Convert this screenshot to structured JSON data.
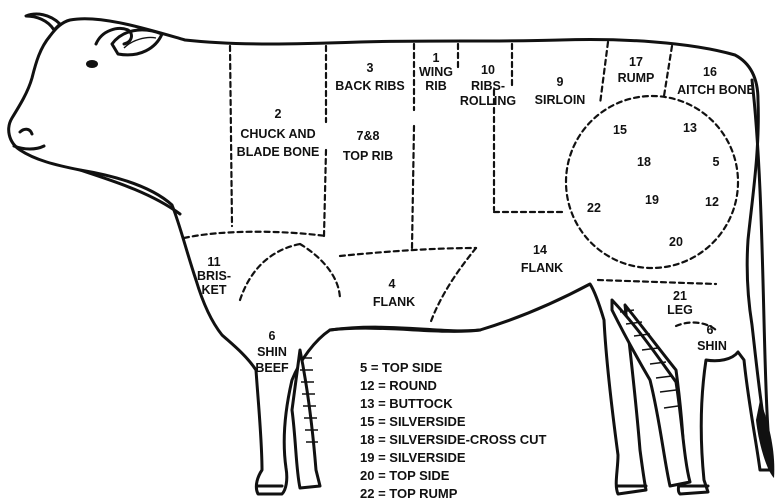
{
  "cuts": {
    "c1": {
      "n": "1",
      "l1": "WING",
      "l2": "RIB"
    },
    "c2": {
      "n": "2",
      "l1": "CHUCK AND",
      "l2": "BLADE BONE"
    },
    "c3": {
      "n": "3",
      "l1": "BACK RIBS"
    },
    "c78": {
      "n": "7&8",
      "l1": "TOP RIB"
    },
    "c9": {
      "n": "9",
      "l1": "SIRLOIN"
    },
    "c10": {
      "n": "10",
      "l1": "RIBS-",
      "l2": "ROLLING"
    },
    "c11": {
      "n": "11",
      "l1": "BRIS-",
      "l2": "KET"
    },
    "c4": {
      "n": "4",
      "l1": "FLANK"
    },
    "c14": {
      "n": "14",
      "l1": "FLANK"
    },
    "c16": {
      "n": "16",
      "l1": "AITCH BONE"
    },
    "c17": {
      "n": "17",
      "l1": "RUMP"
    },
    "c21": {
      "n": "21",
      "l1": "LEG"
    },
    "c6a": {
      "n": "6",
      "l1": "SHIN",
      "l2": "BEEF"
    },
    "c6b": {
      "n": "6",
      "l1": "SHIN"
    }
  },
  "round_numbers": {
    "n15": "15",
    "n13": "13",
    "n18": "18",
    "n5": "5",
    "n22": "22",
    "n19": "19",
    "n12": "12",
    "n20": "20"
  },
  "legend": [
    "5  = TOP SIDE",
    "12 = ROUND",
    "13 = BUTTOCK",
    "15 = SILVERSIDE",
    "18 = SILVERSIDE-CROSS CUT",
    "19 = SILVERSIDE",
    "20 = TOP SIDE",
    "22 = TOP RUMP"
  ],
  "colors": {
    "ink": "#111111",
    "paper": "#ffffff"
  }
}
